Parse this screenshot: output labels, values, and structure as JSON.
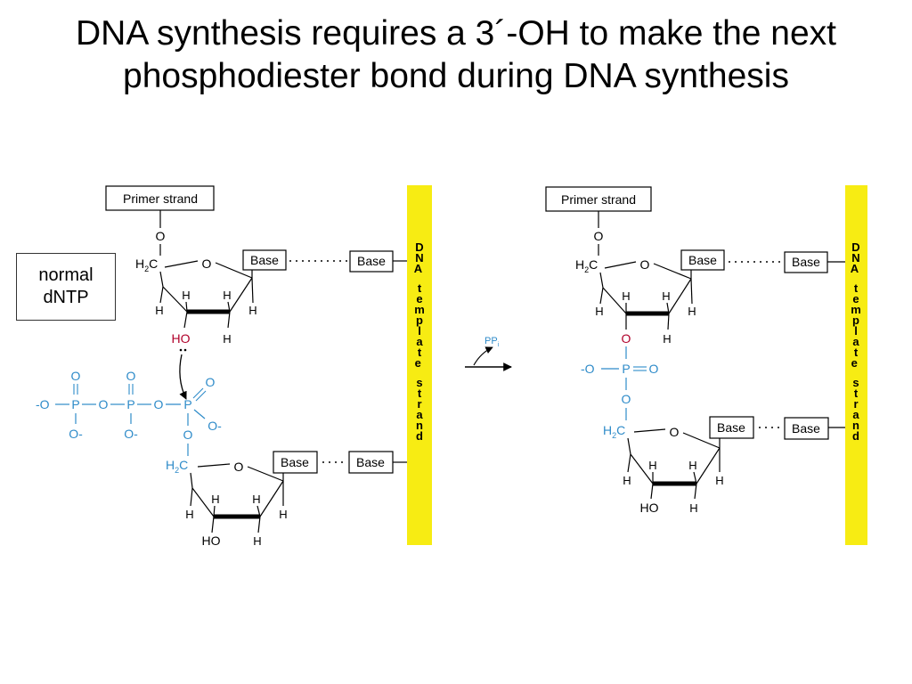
{
  "slide": {
    "title_line1": "DNA synthesis requires a 3´-OH to make the next",
    "title_line2": "phosphodiester bond during DNA synthesis",
    "callout_line1": "normal",
    "callout_line2": "dNTP"
  },
  "left_panel": {
    "primer_label": "Primer strand",
    "base_label": "Base",
    "template_label": "DNA template strand",
    "atom_O": "O",
    "atom_H": "H",
    "h2c_sub": "2",
    "ho_red": "HO",
    "ho": "HO",
    "o_minus": "-O",
    "o_minus_right": "O-",
    "p": "P"
  },
  "right_panel": {
    "primer_label": "Primer strand",
    "base_label": "Base",
    "template_label": "DNA template strand"
  },
  "reaction": {
    "byproduct": "PP",
    "byproduct_sub": "i"
  },
  "colors": {
    "blue": "#2e8bc9",
    "red": "#b0002a",
    "yellow": "#f7ec13",
    "black": "#000000"
  }
}
